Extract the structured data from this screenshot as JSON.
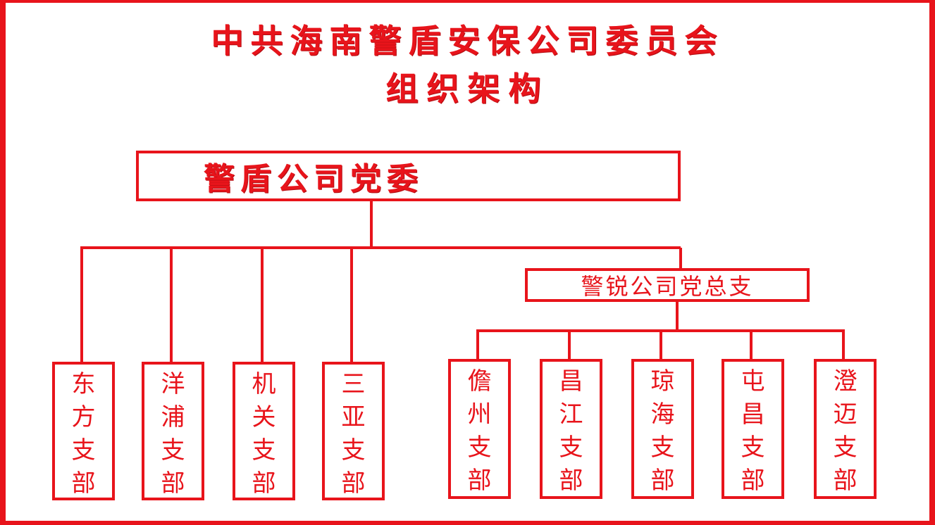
{
  "title": "中共海南警盾安保公司委员会",
  "subtitle": "组织架构",
  "root": {
    "label": "警盾公司党委"
  },
  "sub_committee": {
    "label": "警锐公司党总支"
  },
  "direct_branches": [
    {
      "label": "东方支部"
    },
    {
      "label": "洋浦支部"
    },
    {
      "label": "机关支部"
    },
    {
      "label": "三亚支部"
    }
  ],
  "sub_branches": [
    {
      "label": "儋州支部"
    },
    {
      "label": "昌江支部"
    },
    {
      "label": "琼海支部"
    },
    {
      "label": "屯昌支部"
    },
    {
      "label": "澄迈支部"
    }
  ],
  "colors": {
    "primary": "#e8141b",
    "background": "#ffffff"
  }
}
